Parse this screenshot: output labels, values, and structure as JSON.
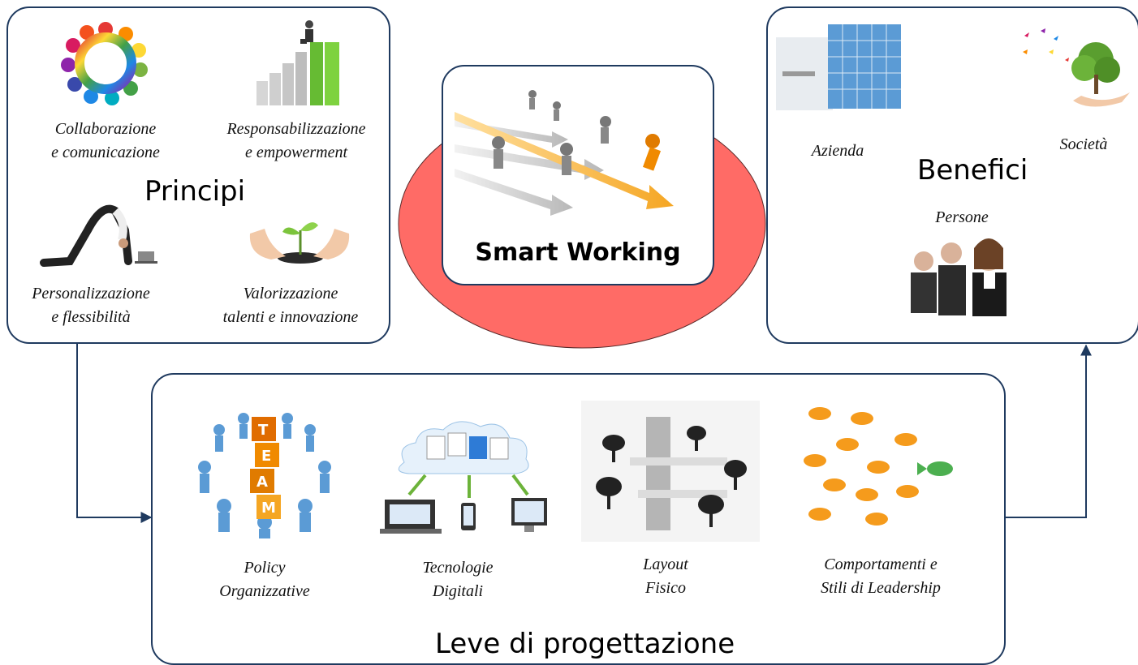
{
  "center": {
    "title": "Smart Working",
    "ellipse_color": "#ff6b66",
    "icon": "running-arrows-icon"
  },
  "principi": {
    "title": "Principi",
    "items": [
      {
        "line1": "Collaborazione",
        "line2": "e comunicazione",
        "icon": "people-circle-icon"
      },
      {
        "line1": "Responsabilizzazione",
        "line2": "e empowerment",
        "icon": "growth-bars-icon"
      },
      {
        "line1": "Personalizzazione",
        "line2": "e flessibilità",
        "icon": "flexible-person-icon"
      },
      {
        "line1": "Valorizzazione",
        "line2": "talenti e innovazione",
        "icon": "sprout-hands-icon"
      }
    ]
  },
  "benefici": {
    "title": "Benefici",
    "items": [
      {
        "label": "Azienda",
        "icon": "office-building-icon"
      },
      {
        "label": "Società",
        "icon": "tree-butterflies-icon"
      },
      {
        "label": "Persone",
        "icon": "business-people-icon"
      }
    ]
  },
  "leve": {
    "title": "Leve di progettazione",
    "items": [
      {
        "line1": "Policy",
        "line2": "Organizzative",
        "icon": "team-blocks-icon"
      },
      {
        "line1": "Tecnologie",
        "line2": "Digitali",
        "icon": "cloud-devices-icon"
      },
      {
        "line1": "Layout",
        "line2": "Fisico",
        "icon": "office-chairs-icon"
      },
      {
        "line1": "Comportamenti e",
        "line2": "Stili di Leadership",
        "icon": "leader-fish-icon"
      }
    ]
  },
  "colors": {
    "border": "#1f3a5f",
    "connector": "#1f3a5f"
  }
}
